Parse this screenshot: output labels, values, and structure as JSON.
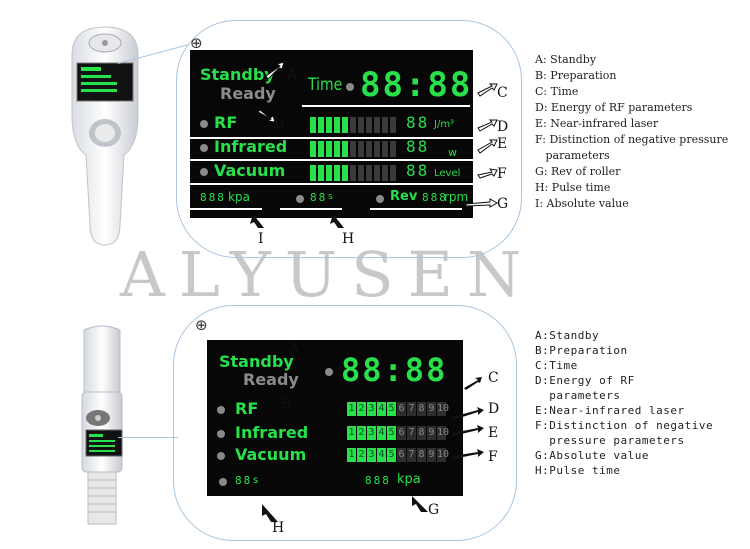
{
  "watermark": "ALYUSEN",
  "top": {
    "standby": "Standby",
    "ready": "Ready",
    "time_label": "Time",
    "clock": "88:88",
    "rf": "RF",
    "infrared": "Infrared",
    "vacuum": "Vacuum",
    "rf_digits": "88",
    "rf_unit": "J/m³",
    "ir_digits": "88",
    "ir_unit": "w",
    "vac_digits": "88",
    "vac_unit": "Level",
    "kpa_digits": "888",
    "kpa_unit": "kpa",
    "s_digits": "88",
    "s_unit": "s",
    "rev_label": "Rev",
    "rev_digits": "888",
    "rev_unit": "rpm",
    "letters": {
      "A": "A",
      "B": "B",
      "C": "C",
      "D": "D",
      "E": "E",
      "F": "F",
      "G": "G",
      "H": "H",
      "I": "I"
    },
    "legend": [
      "A: Standby",
      "B: Preparation",
      "C: Time",
      "D: Energy of RF parameters",
      "E: Near-infrared laser",
      "F: Distinction of negative pressure",
      "   parameters",
      "G: Rev of roller",
      "H: Pulse time",
      "I: Absolute value"
    ]
  },
  "bottom": {
    "standby": "Standby",
    "ready": "Ready",
    "clock": "88:88",
    "rf": "RF",
    "infrared": "Infrared",
    "vacuum": "Vacuum",
    "s_digits": "88",
    "s_unit": "s",
    "kpa_digits": "888",
    "kpa_unit": "kpa",
    "scale": [
      "1",
      "2",
      "3",
      "4",
      "5",
      "6",
      "7",
      "8",
      "9",
      "10"
    ],
    "letters": {
      "A": "A",
      "B": "B",
      "C": "C",
      "D": "D",
      "E": "E",
      "F": "F",
      "G": "G",
      "H": "H"
    },
    "legend": [
      "A:Standby",
      "B:Preparation",
      "C:Time",
      "D:Energy of RF",
      "  parameters",
      "E:Near-infrared laser",
      "F:Distinction of negative",
      "  pressure parameters",
      "G:Absolute value",
      "H:Pulse time"
    ]
  }
}
